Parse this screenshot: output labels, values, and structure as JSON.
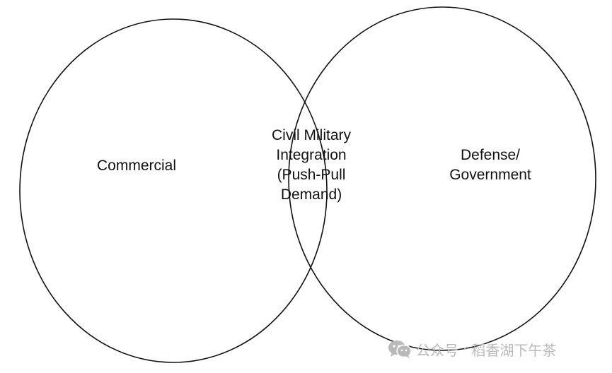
{
  "venn": {
    "sets": [
      {
        "name": "commercial",
        "label_lines": [
          "Commercial"
        ]
      },
      {
        "name": "defense-government",
        "label_lines": [
          "Defense/",
          "Government"
        ]
      }
    ],
    "intersection": {
      "label_lines": [
        "Civil Military",
        "Integration",
        "(Push-Pull",
        "Demand)"
      ]
    },
    "stroke_color": "#111111",
    "fill_color": "#ffffff"
  },
  "watermark": {
    "icon": "wechat-icon",
    "text_part1": "公众号",
    "separator": "·",
    "text_part2": "稻香湖下午茶",
    "color": "#b9b9b9"
  }
}
